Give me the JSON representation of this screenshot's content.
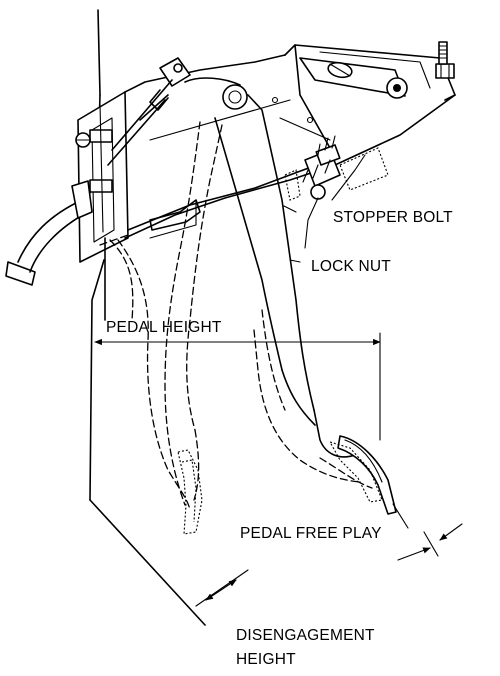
{
  "labels": {
    "stopper_bolt": "STOPPER BOLT",
    "lock_nut": "LOCK NUT",
    "pedal_height": "PEDAL HEIGHT",
    "pedal_free_play": "PEDAL FREE PLAY",
    "disengagement_height_line1": "DISENGAGEMENT",
    "disengagement_height_line2": "HEIGHT"
  }
}
